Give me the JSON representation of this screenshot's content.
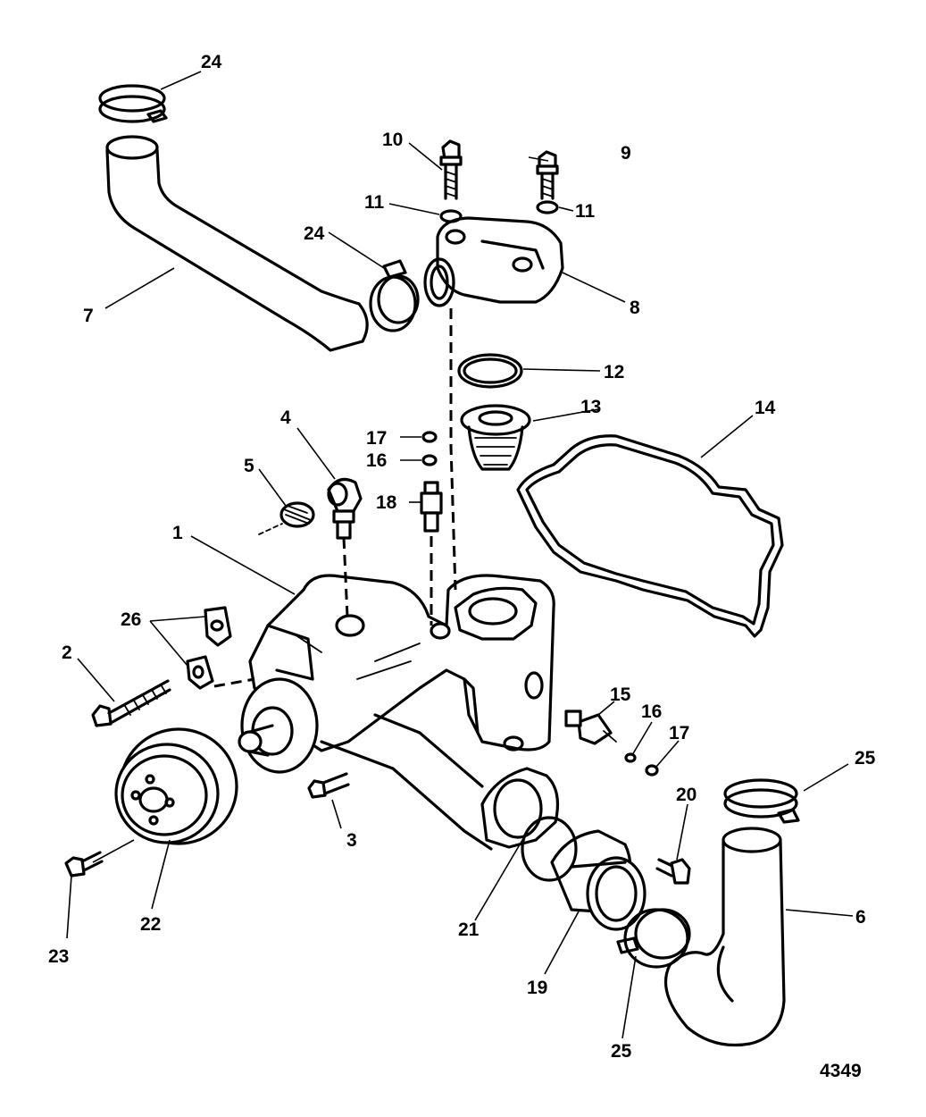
{
  "figure_number": "4349",
  "callouts": [
    {
      "id": "c1",
      "text": "1"
    },
    {
      "id": "c2",
      "text": "2"
    },
    {
      "id": "c3",
      "text": "3"
    },
    {
      "id": "c4",
      "text": "4"
    },
    {
      "id": "c5",
      "text": "5"
    },
    {
      "id": "c6",
      "text": "6"
    },
    {
      "id": "c7",
      "text": "7"
    },
    {
      "id": "c8",
      "text": "8"
    },
    {
      "id": "c9",
      "text": "9"
    },
    {
      "id": "c10",
      "text": "10"
    },
    {
      "id": "c11a",
      "text": "11"
    },
    {
      "id": "c11b",
      "text": "11"
    },
    {
      "id": "c12",
      "text": "12"
    },
    {
      "id": "c13",
      "text": "13"
    },
    {
      "id": "c14",
      "text": "14"
    },
    {
      "id": "c15",
      "text": "15"
    },
    {
      "id": "c16a",
      "text": "16"
    },
    {
      "id": "c16b",
      "text": "16"
    },
    {
      "id": "c17a",
      "text": "17"
    },
    {
      "id": "c17b",
      "text": "17"
    },
    {
      "id": "c18",
      "text": "18"
    },
    {
      "id": "c19",
      "text": "19"
    },
    {
      "id": "c20",
      "text": "20"
    },
    {
      "id": "c21",
      "text": "21"
    },
    {
      "id": "c22",
      "text": "22"
    },
    {
      "id": "c23",
      "text": "23"
    },
    {
      "id": "c24a",
      "text": "24"
    },
    {
      "id": "c24b",
      "text": "24"
    },
    {
      "id": "c25a",
      "text": "25"
    },
    {
      "id": "c25b",
      "text": "25"
    },
    {
      "id": "c26",
      "text": "26"
    }
  ]
}
